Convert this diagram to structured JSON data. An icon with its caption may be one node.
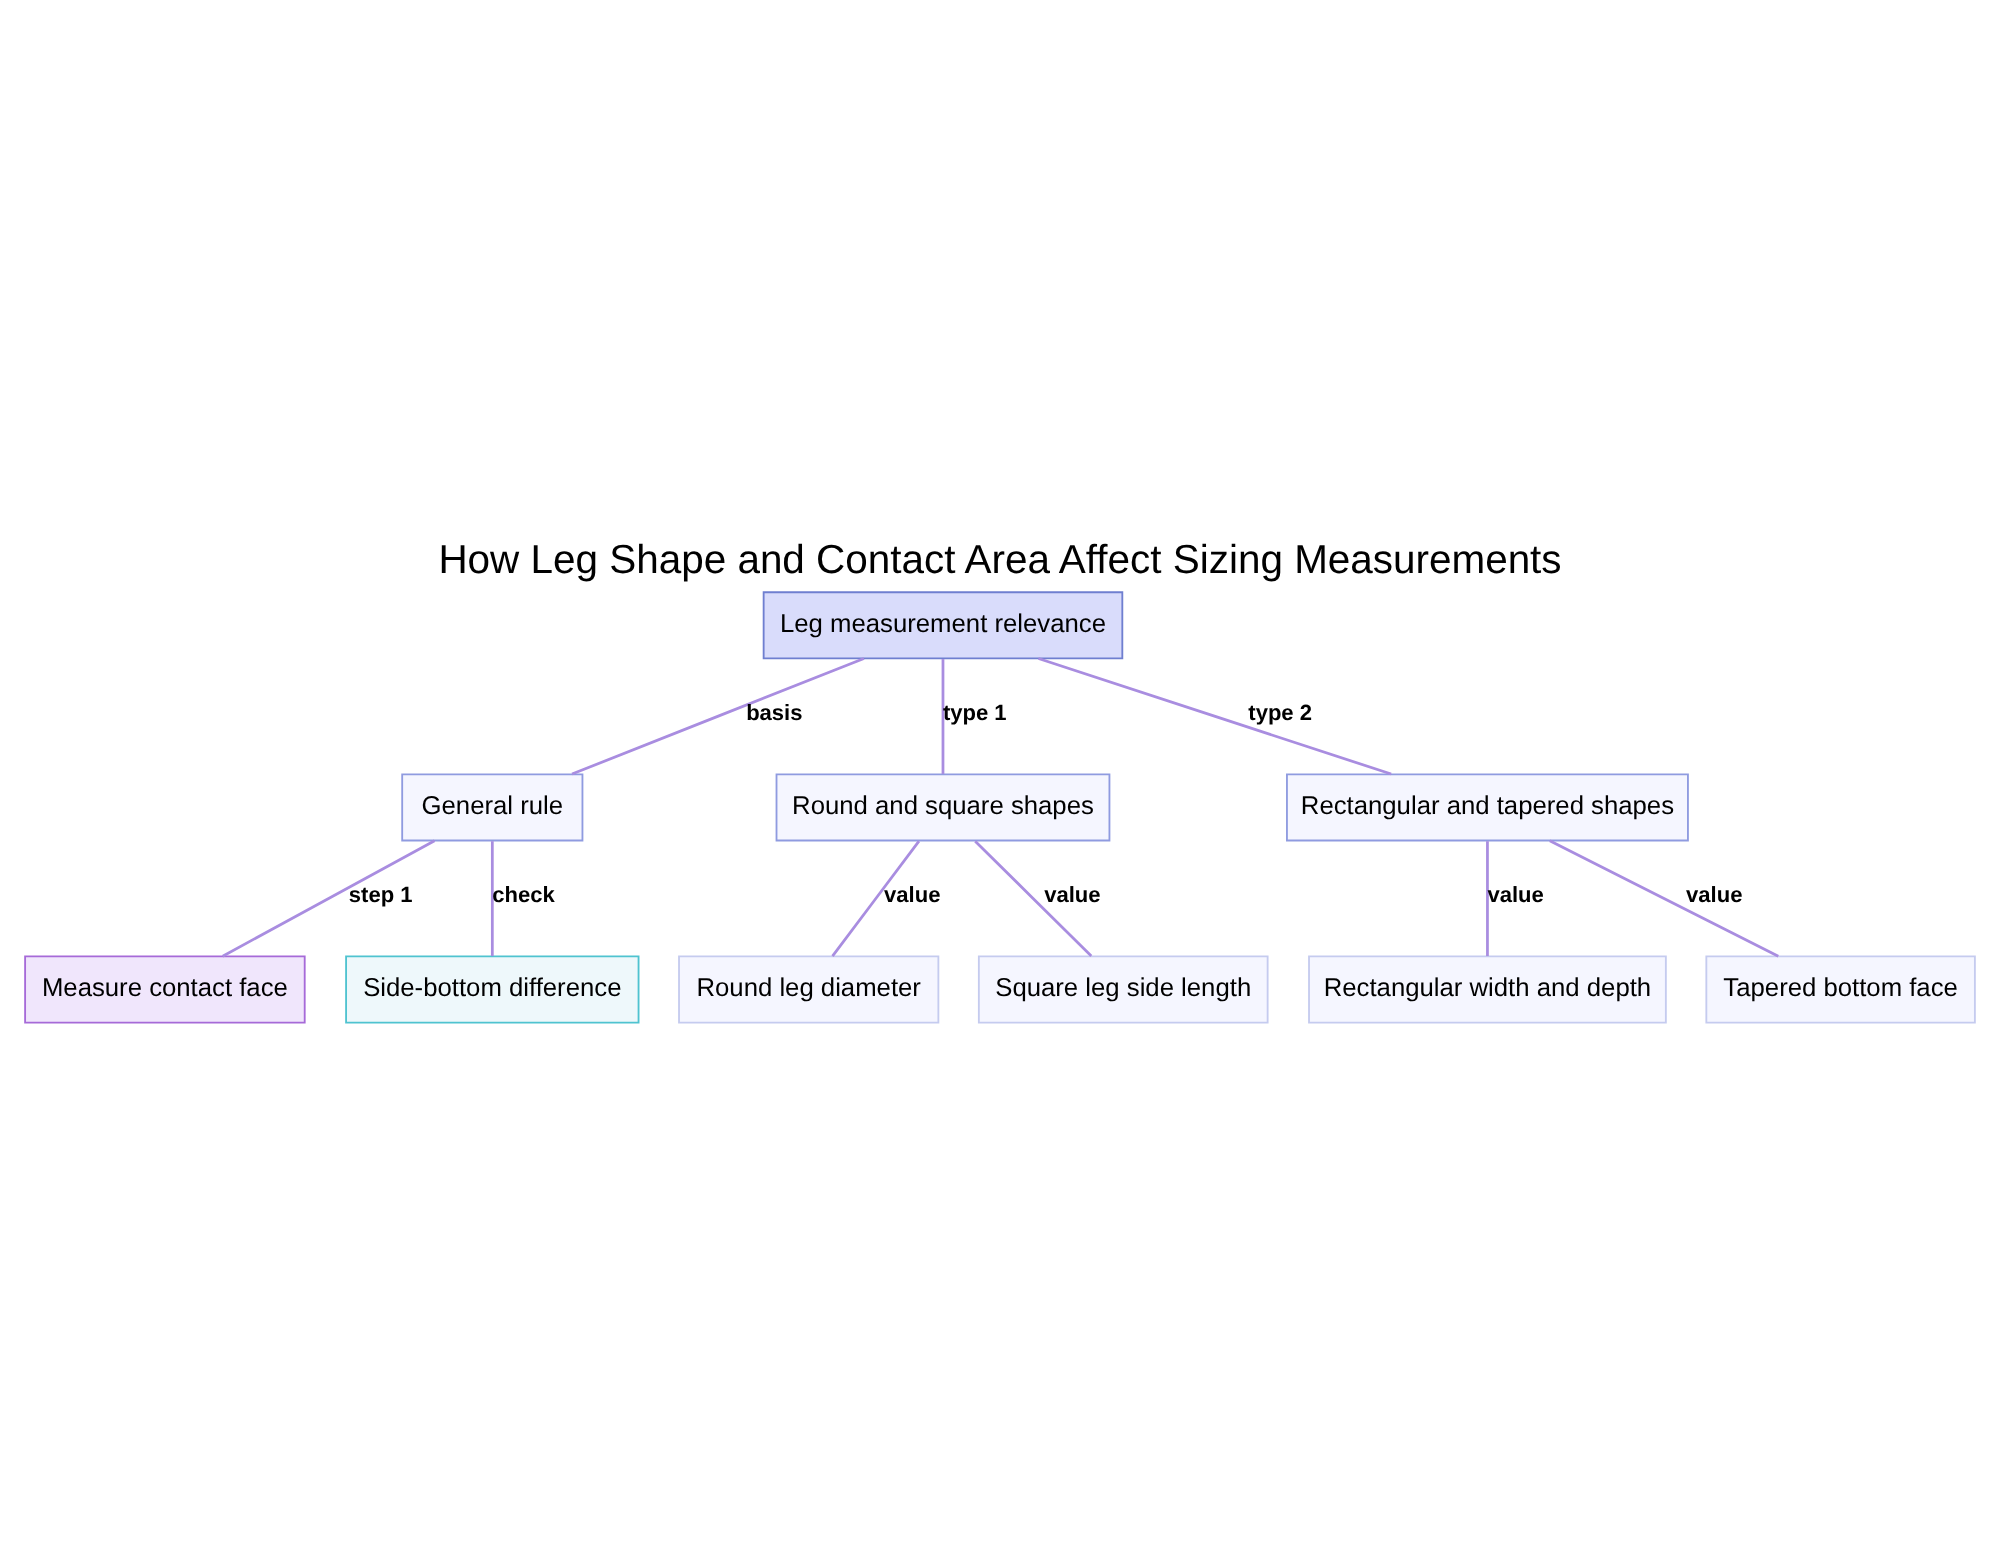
{
  "diagram": {
    "title": "How Leg Shape and Contact Area Affect Sizing Measurements",
    "nodes": [
      {
        "text": [
          "Leg measurement relevance"
        ]
      },
      {
        "text": [
          "General rule"
        ]
      },
      {
        "text": [
          "Round and square shapes"
        ]
      },
      {
        "text": [
          "Rectangular and tapered shapes"
        ]
      },
      {
        "text": [
          "Measure contact face"
        ]
      },
      {
        "text": [
          "Side-bottom difference"
        ]
      },
      {
        "text": [
          "Round leg diameter"
        ]
      },
      {
        "text": [
          "Square leg side length"
        ]
      },
      {
        "text": [
          "Rectangular width and depth"
        ]
      },
      {
        "text": [
          "Tapered bottom face"
        ]
      }
    ],
    "edges": [
      {
        "from": 0,
        "to": 1,
        "arrow": "none",
        "label": "basis"
      },
      {
        "from": 0,
        "to": 2,
        "arrow": "none",
        "label": "type 1"
      },
      {
        "from": 0,
        "to": 3,
        "arrow": "none",
        "label": "type 2"
      },
      {
        "from": 1,
        "to": 4,
        "arrow": "none",
        "label": "step 1"
      },
      {
        "from": 1,
        "to": 5,
        "arrow": "none",
        "label": "check"
      },
      {
        "from": 2,
        "to": 6,
        "arrow": "none",
        "label": "value"
      },
      {
        "from": 2,
        "to": 7,
        "arrow": "none",
        "label": "value"
      },
      {
        "from": 3,
        "to": 8,
        "arrow": "none",
        "label": "value"
      },
      {
        "from": 3,
        "to": 9,
        "arrow": "none",
        "label": "value"
      }
    ]
  }
}
